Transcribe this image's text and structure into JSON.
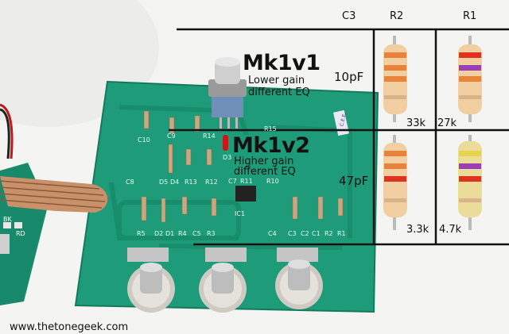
{
  "headers": {
    "c3": "C3",
    "r2": "R2",
    "r1": "R1"
  },
  "mk1v1": {
    "title": "Mk1v1",
    "line1": "Lower gain",
    "line2": "different EQ",
    "c3_value": "10pF",
    "r2_value": "33k",
    "r1_value": "27k"
  },
  "mk1v2": {
    "title": "Mk1v2",
    "line1": "Higher gain",
    "line2": "different EQ",
    "c3_value": "47pF",
    "r2_value": "3.3k",
    "r1_value": "4.7k"
  },
  "pcb_labels": {
    "c10": "C10",
    "c9": "C9",
    "r14": "R14",
    "r15": "R15",
    "d3": "D3",
    "c8": "C8",
    "d5": "D5",
    "d4": "D4",
    "r13": "R13",
    "r12": "R12",
    "c7": "C7",
    "r11": "R11",
    "r10": "R10",
    "ic1": "IC1",
    "r5": "R5",
    "d2": "D2",
    "d1": "D1",
    "r4": "R4",
    "c5": "C5",
    "r3": "R3",
    "c4": "C4",
    "c3": "C3",
    "c2": "C2",
    "c1": "C1",
    "r2": "R2",
    "r1": "R1",
    "bk": "BK",
    "rd": "RD",
    "stamp": "C.E.E."
  },
  "footer": {
    "url": "www.thetonegeek.com"
  },
  "colors": {
    "pcb": "#1f9a78",
    "pcb_dark": "#157a5e",
    "line": "#111111",
    "orange_band": "#e9823a",
    "red_band": "#e0321f",
    "purple_band": "#9a3fb6",
    "resistor_body": "#f1cfa0"
  }
}
